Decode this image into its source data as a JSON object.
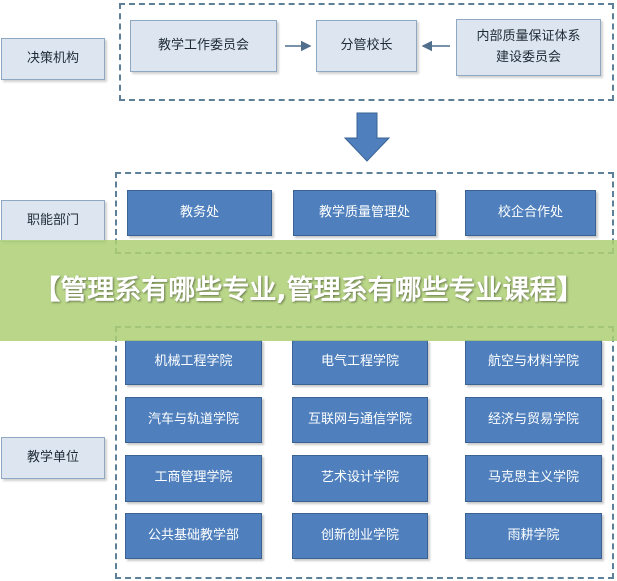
{
  "levels": {
    "decision": "决策机构",
    "functional": "职能部门",
    "teaching": "教学单位"
  },
  "decision_row": {
    "left": "教学工作委员会",
    "center": "分管校长",
    "right": "内部质量保证体系\n建设委员会"
  },
  "functional_row": [
    "教务处",
    "教学质量管理处",
    "校企合作处"
  ],
  "teaching_units": [
    [
      "机械工程学院",
      "电气工程学院",
      "航空与材料学院"
    ],
    [
      "汽车与轨道学院",
      "互联网与通信学院",
      "经济与贸易学院"
    ],
    [
      "工商管理学院",
      "艺术设计学院",
      "马克思主义学院"
    ],
    [
      "公共基础教学部",
      "创新创业学院",
      "雨耕学院"
    ]
  ],
  "banner": "【管理系有哪些专业,管理系有哪些专业课程】",
  "colors": {
    "dashed_border": "#5d7f97",
    "light_box": "#dde6f0",
    "blue_box": "#4f80bd",
    "banner": "#afd076"
  }
}
